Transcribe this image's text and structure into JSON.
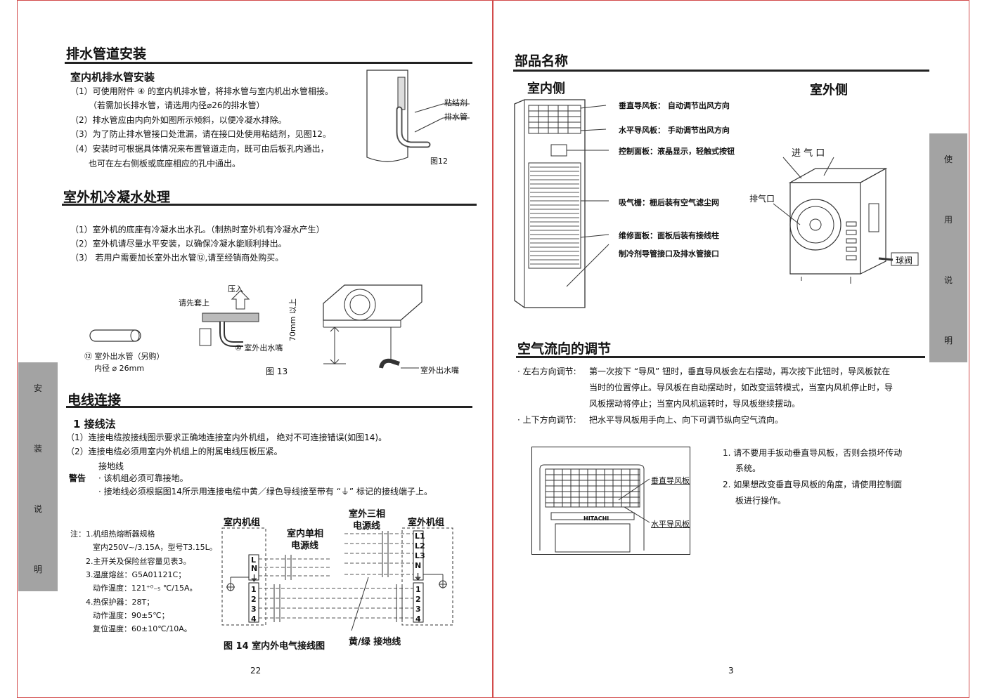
{
  "left_page": {
    "sec1": {
      "title": "排水管道安装",
      "sub": "室内机排水管安装",
      "lines": [
        "（1）可使用附件 ④ 的室内机排水管，将排水管与室内机出水管相接。",
        "（若需加长排水管，请选用内径⌀26的排水管）",
        "（2）排水管应由内向外如图所示倾斜，以便冷凝水排除。",
        "（3）为了防止排水管接口处泄漏，请在接口处使用粘结剂，见图12。",
        "（4）安装时可根据具体情况来布置管道走向，既可由后板孔内通出，",
        "也可在左右侧板或底座相应的孔中通出。"
      ],
      "fig_labels": {
        "glue": "粘结剂",
        "pipe": "排水管",
        "caption": "图12"
      }
    },
    "sec2": {
      "title": "室外机冷凝水处理",
      "lines": [
        "（1）室外机的底座有冷凝水出水孔。（制热时室外机有冷凝水产生）",
        "（2）室外机请尽量水平安装，以确保冷凝水能顺利排出。",
        "（3） 若用户需要加长室外出水管⑫,请至经销商处购买。"
      ],
      "fig": {
        "press": "压入",
        "first": "请先套上",
        "pipe12": "⑫ 室外出水管（另购）",
        "diam": "内径 ⌀ 26mm",
        "nozzle10": "⑩ 室外出水嘴",
        "height": "70mm 以上",
        "caption": "图 13",
        "nozzle": "室外出水嘴"
      }
    },
    "sec3": {
      "title": "电线连接",
      "sub": "1  接线法",
      "lines": [
        "（1）连接电缆按接线图示要求正确地连接室内外机组， 绝对不可连接错误(如图14)。",
        "（2）连接电缆必须用室内外机组上的附属电线压板压紧。"
      ],
      "ground_title": "接地线",
      "warning": "警告",
      "warn1": "· 该机组必须可靠接地。",
      "warn2": "· 接地线必须根据图14所示用连接电缆中黄／绿色导线接至带有 “⏚” 标记的接线端子上。",
      "notes": [
        "注：1.机组热熔断器规格",
        "室内250V~/3.15A，型号T3.15L。",
        "2.主开关及保险丝容量见表3。",
        "3.温度熔丝：G5A01121C；",
        "动作温度：121⁺⁰₋₅ ℃/15A。",
        "4.热保护器：28T；",
        "动作温度：90±5℃；",
        "复位温度：60±10℃/10A。"
      ],
      "wiring": {
        "indoor": "室内机组",
        "single": "室内单相",
        "single2": "电源线",
        "three": "室外三相",
        "three2": "电源线",
        "outdoor": "室外机组",
        "caption": "图 14 室内外电气接线图",
        "yg": "黄/绿 接地线",
        "t_in": [
          "L",
          "N",
          "⏚"
        ],
        "t_out": [
          "L1",
          "L2",
          "L3",
          "N",
          "⏚"
        ],
        "nums": [
          "1",
          "2",
          "3",
          "4"
        ]
      }
    },
    "page_no": "22",
    "tab": [
      "安",
      "装",
      "说",
      "明"
    ]
  },
  "right_page": {
    "sec1": {
      "title": "部品名称",
      "indoor": "室内侧",
      "outdoor": "室外侧",
      "labels": [
        "垂直导风板： 自动调节出风方向",
        "水平导风板： 手动调节出风方向",
        "控制面板：液晶显示，轻触式按钮",
        "吸气栅：栅后装有空气滤尘网",
        "维修面板：面板后装有接线柱",
        "制冷剂导管接口及排水管接口"
      ],
      "inlet": "进  气  口",
      "outlet": "排气口",
      "valve": "球阀"
    },
    "sec2": {
      "title": "空气流向的调节",
      "lr_label": "· 左右方向调节:",
      "lr_lines": [
        "第一次按下 “导风” 钮时，垂直导风板会左右摆动，再次按下此钮时，导风板就在",
        "当时的位置停止。导风板在自动摆动时，如改变运转模式，当室内风机停止时，导",
        "风板摆动将停止；当室内风机运转时，导风板继续摆动。"
      ],
      "ud_label": "· 上下方向调节:",
      "ud_line": "把水平导风板用手向上、向下可调节纵向空气流向。",
      "fig_labels": {
        "vertical": "垂直导风板",
        "horizontal": "水平导风板",
        "brand": "HITACHI"
      },
      "notes": [
        "1. 请不要用手扳动垂直导风板，否则会损坏传动",
        "系统。",
        "2. 如果想改变垂直导风板的角度，请使用控制面",
        "板进行操作。"
      ]
    },
    "page_no": "3",
    "tab": [
      "使",
      "用",
      "说",
      "明"
    ]
  }
}
